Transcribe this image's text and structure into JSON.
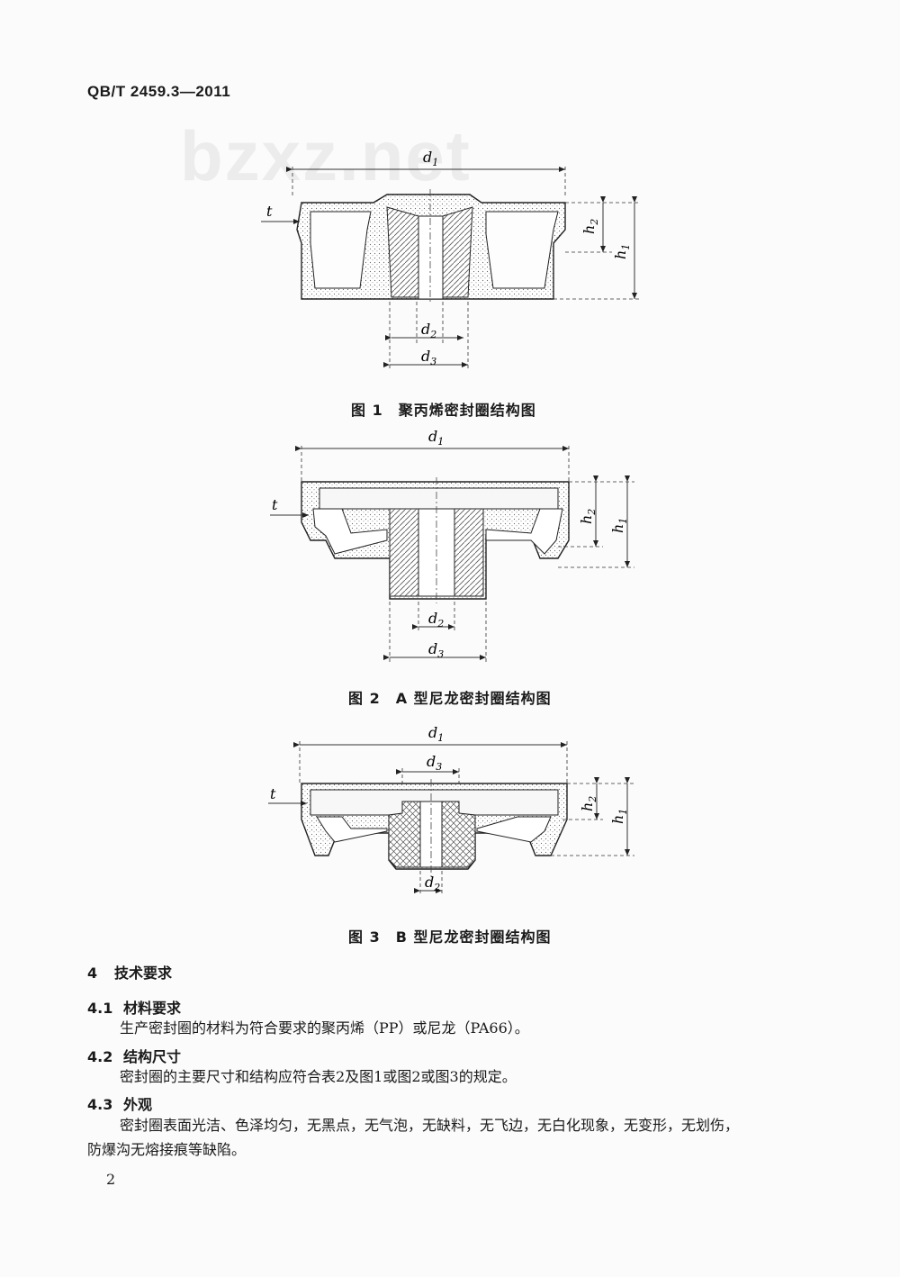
{
  "header": {
    "standard_code": "QB/T 2459.3—2011"
  },
  "watermark": {
    "text": "bzxz.net"
  },
  "figures": [
    {
      "caption": "图 1　聚丙烯密封圈结构图",
      "labels": {
        "d1": "d",
        "d1_sub": "1",
        "d2": "d",
        "d2_sub": "2",
        "d3": "d",
        "d3_sub": "3",
        "h1": "h",
        "h1_sub": "1",
        "h2": "h",
        "h2_sub": "2",
        "t": "t"
      }
    },
    {
      "caption": "图 2　A 型尼龙密封圈结构图",
      "labels": {
        "d1": "d",
        "d1_sub": "1",
        "d2": "d",
        "d2_sub": "2",
        "d3": "d",
        "d3_sub": "3",
        "h1": "h",
        "h1_sub": "1",
        "h2": "h",
        "h2_sub": "2",
        "t": "t"
      }
    },
    {
      "caption": "图 3　B 型尼龙密封圈结构图",
      "labels": {
        "d1": "d",
        "d1_sub": "1",
        "d2": "d",
        "d2_sub": "2",
        "d3": "d",
        "d3_sub": "3",
        "h1": "h",
        "h1_sub": "1",
        "h2": "h",
        "h2_sub": "2",
        "t": "t"
      }
    }
  ],
  "sections": {
    "s4": {
      "num": "4",
      "title": "技术要求"
    },
    "s41": {
      "num": "4.1",
      "title": "材料要求",
      "text": "生产密封圈的材料为符合要求的聚丙烯（PP）或尼龙（PA66）。"
    },
    "s42": {
      "num": "4.2",
      "title": "结构尺寸",
      "text": "密封圈的主要尺寸和结构应符合表2及图1或图2或图3的规定。"
    },
    "s43": {
      "num": "4.3",
      "title": "外观",
      "text_line1": "密封圈表面光洁、色泽均匀，无黑点，无气泡，无缺料，无飞边，无白化现象，无变形，无划伤，",
      "text_line2": "防爆沟无熔接痕等缺陷。"
    }
  },
  "page_number": "2"
}
